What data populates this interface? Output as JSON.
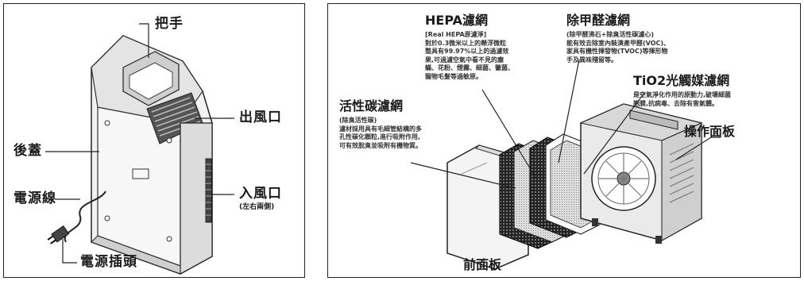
{
  "left_panel": {
    "labels": {
      "handle": "把手",
      "back_cover": "後蓋",
      "power_cord": "電源線",
      "air_outlet": "出風口",
      "air_inlet": "入風口",
      "air_inlet_note": "(左右兩側)",
      "power_plug": "電源插頭"
    }
  },
  "right_panel": {
    "hepa": {
      "title": "HEPA濾網",
      "desc": "[Real HEPA原濾淨]\n對於0.3微米以上的懸浮微粒\n整具有99.97%以上的過濾效\n果,可過濾空氣中看不見的塵\n蟎、花粉、煙霧、細菌、黴菌、\n寵物毛髮等過敏原。"
    },
    "formaldehyde": {
      "title": "除甲醛濾網",
      "desc": "(除甲醛沸石+除臭活性碳濾心)\n能有效去除室內裝潢產甲醛(VOC)、\n家具有機性揮發物(TVOC)等揮形物\n手及異味殘留等。"
    },
    "carbon": {
      "title": "活性碳濾網",
      "desc": "(除臭活性碳)\n濾材採用具有毛細管結構的多\n孔性碳化顆粒,進行吸附作用,\n可有效脫臭並吸附有機物質。"
    },
    "tio2": {
      "title": "TiO2光觸媒濾網",
      "desc": "是空氣淨化作用的原動力,破壞細菌\n胞膜,抗病毒、去除有害氣體。"
    },
    "control_panel": "操作面板",
    "front_panel": "前面板"
  }
}
